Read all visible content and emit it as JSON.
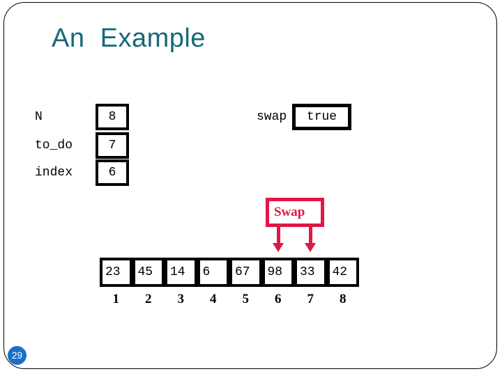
{
  "slide": {
    "title": "An  Example",
    "page_number": "29"
  },
  "variables": {
    "rows": [
      {
        "label": "N",
        "value": "8"
      },
      {
        "label": "to_do",
        "value": "7"
      },
      {
        "label": "index",
        "value": "6"
      }
    ]
  },
  "swap_flag": {
    "label": "swap",
    "value": "true"
  },
  "swap_callout": {
    "label": "Swap"
  },
  "array": {
    "cells": [
      "23",
      "45",
      "14",
      "6",
      "67",
      "98",
      "33",
      "42"
    ],
    "indices": [
      "1",
      "2",
      "3",
      "4",
      "5",
      "6",
      "7",
      "8"
    ]
  },
  "colors": {
    "title_teal": "#17687A",
    "callout_red": "#E01746",
    "page_badge_blue": "#1B6FC8",
    "box_border": "#000000"
  }
}
